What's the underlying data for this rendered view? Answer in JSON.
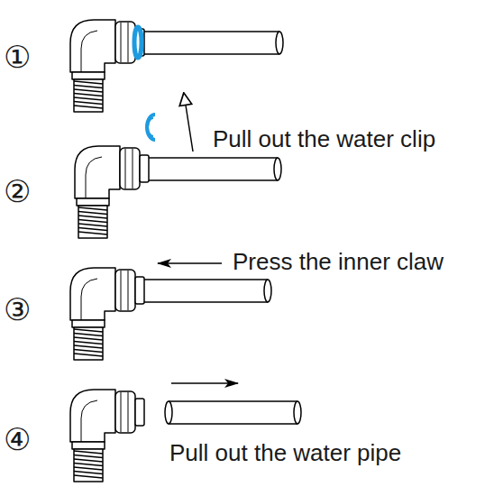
{
  "diagram": {
    "labels": [
      "①",
      "Pull out the water clip",
      "②",
      "Press the inner claw",
      "③",
      "④",
      "Pull out the water pipe"
    ]
  }
}
